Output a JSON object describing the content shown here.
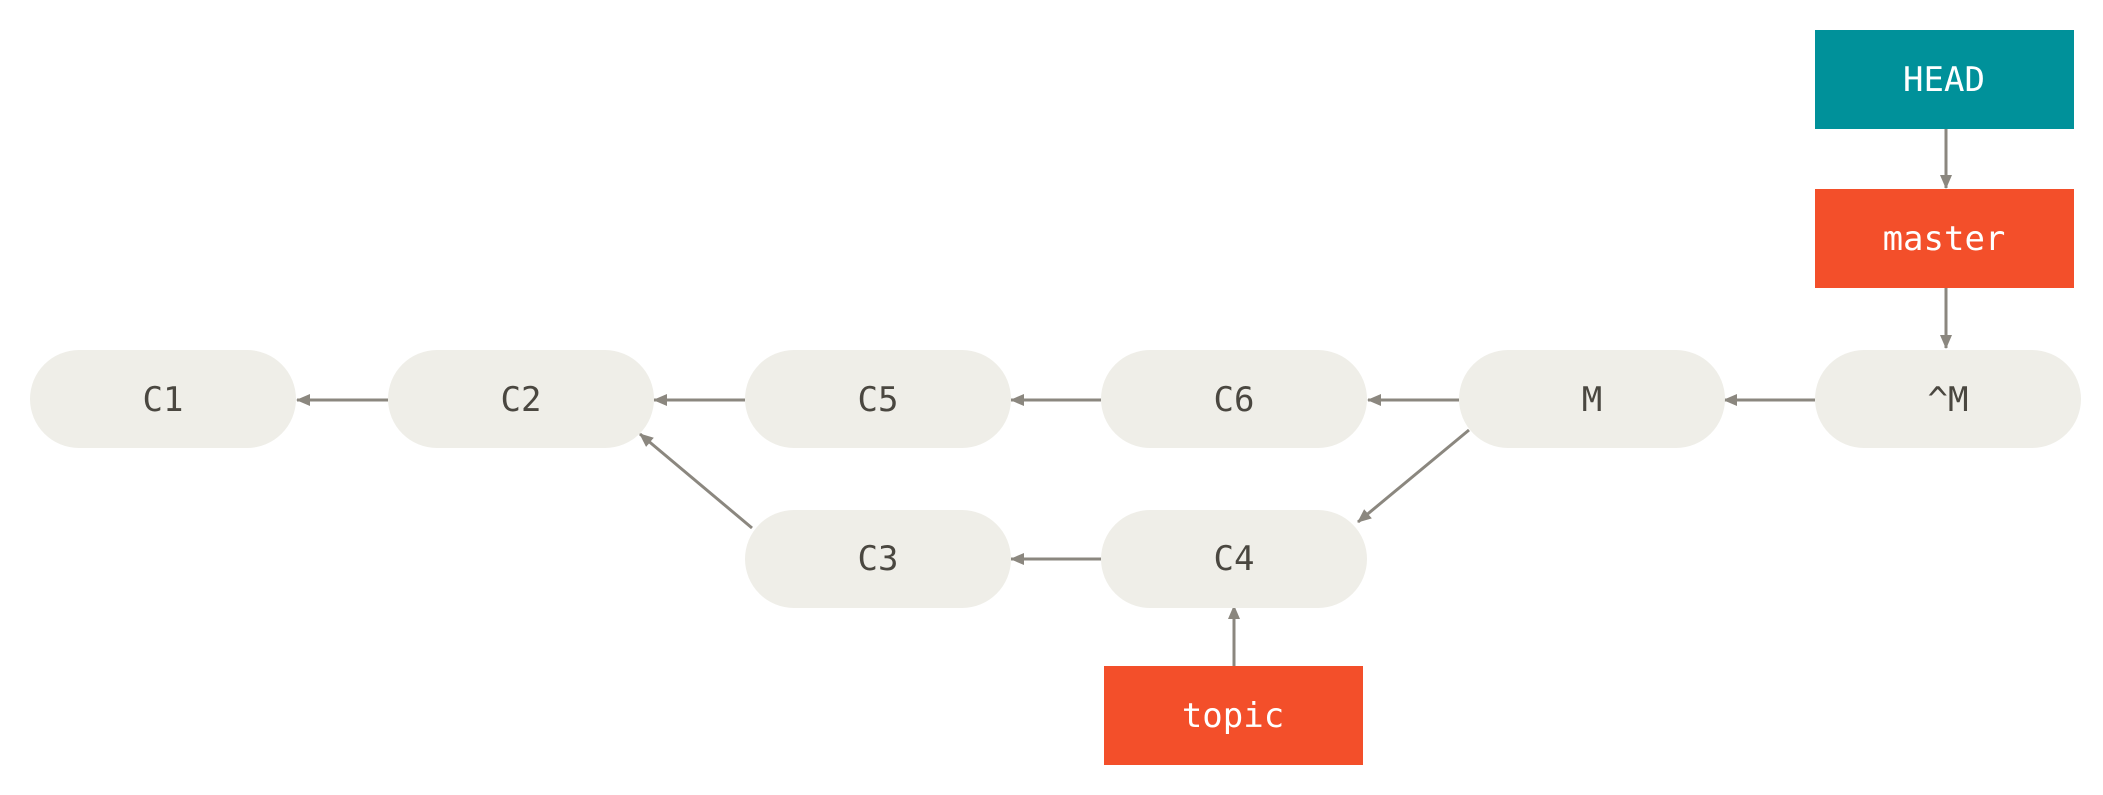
{
  "diagram": {
    "commits": {
      "c1": "C1",
      "c2": "C2",
      "c5": "C5",
      "c6": "C6",
      "m": "M",
      "revert_m": "^M",
      "c3": "C3",
      "c4": "C4"
    },
    "refs": {
      "head": "HEAD",
      "master": "master",
      "topic": "topic"
    },
    "edges": [
      [
        "C2",
        "C1"
      ],
      [
        "C5",
        "C2"
      ],
      [
        "C3",
        "C2"
      ],
      [
        "C6",
        "C5"
      ],
      [
        "M",
        "C6"
      ],
      [
        "M",
        "C4"
      ],
      [
        "C4",
        "C3"
      ],
      [
        "^M",
        "M"
      ],
      [
        "HEAD",
        "master"
      ],
      [
        "master",
        "^M"
      ],
      [
        "topic",
        "C4"
      ]
    ],
    "colors": {
      "commit_fill": "#efeee8",
      "commit_text": "#4a4740",
      "head_fill": "#00919a",
      "branch_fill": "#f34f2a",
      "ref_text": "#ffffff",
      "arrow": "#8b877f"
    }
  }
}
